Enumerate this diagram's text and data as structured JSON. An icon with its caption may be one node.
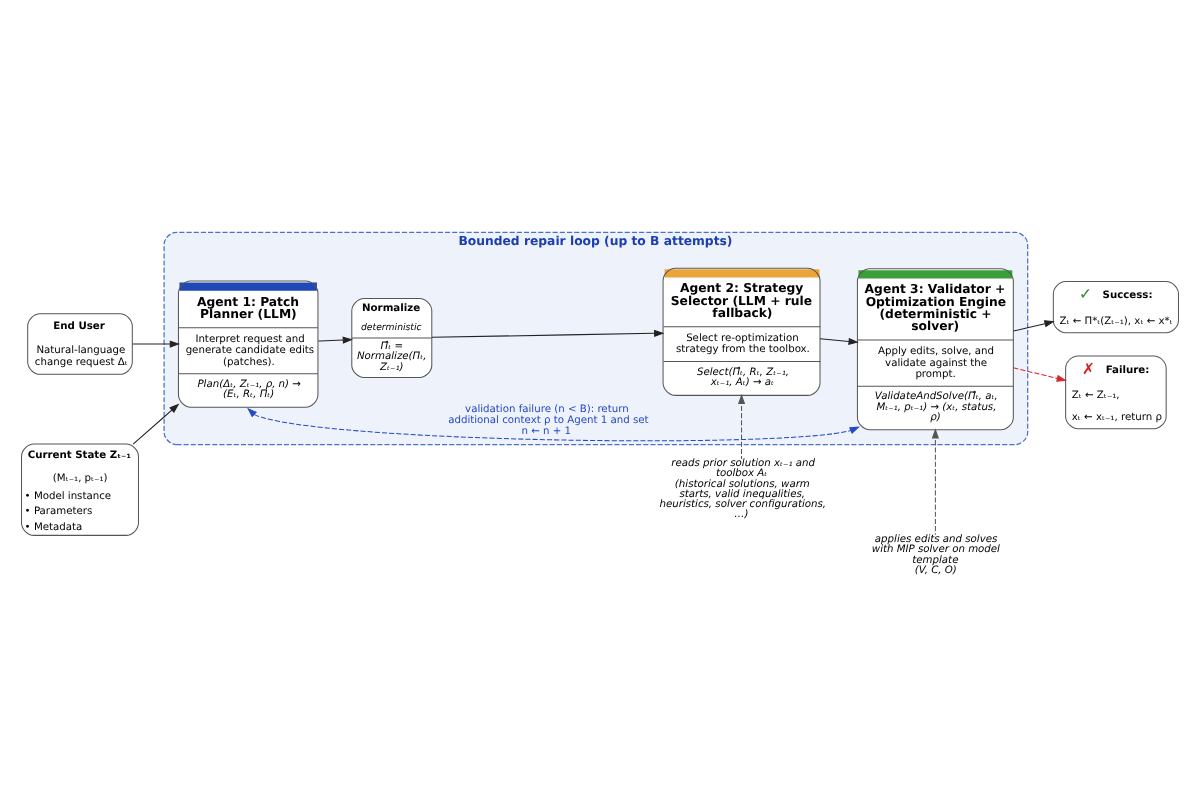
{
  "diagram": {
    "nodes": [
      {
        "text": [
          "Bounded repair loop (up to B attempts)"
        ]
      },
      {
        "text": [
          "End User",
          "Natural-language change request Δₜ"
        ]
      },
      {
        "text": [
          "Current State Zₜ₋₁",
          "(Mₜ₋₁, pₜ₋₁)",
          "• Model instance",
          "• Parameters",
          "• Metadata"
        ]
      },
      {
        "text": [
          "Agent 1: Patch Planner (LLM)",
          "Interpret request and generate candidate edits (patches).",
          "Plan(Δₜ, Zₜ₋₁, ρ, n) → (Eₜ, Rₜ, Πₜ)"
        ],
        "in": 0
      },
      {
        "text": [
          "Normalize",
          "deterministic",
          "Π̂ₜ = Normalize(Πₜ, Zₜ₋₁)"
        ],
        "in": 0
      },
      {
        "text": [
          "Agent 2: Strategy Selector (LLM + rule fallback)",
          "Select re-optimization strategy from the toolbox.",
          "Select(Π̂ₜ, Rₜ, Zₜ₋₁, xₜ₋₁, Aₜ) → aₜ"
        ],
        "in": 0
      },
      {
        "text": [
          "Agent 3: Validator + Optimization Engine (deterministic + solver)",
          "Apply edits, solve, and validate against the prompt.",
          "ValidateAndSolve(Π̂ₜ, aₜ, Mₜ₋₁, pₜ₋₁) → (xₜ, status, ρ)"
        ],
        "in": 0
      },
      {
        "text": [
          "✓",
          "Success:",
          "Zₜ ← Π*ₜ(Zₜ₋₁), xₜ ← x*ₜ"
        ]
      },
      {
        "text": [
          "✗",
          "Failure:",
          "Zₜ ← Zₜ₋₁,",
          "xₜ ← xₜ₋₁, return ρ"
        ]
      },
      {
        "text": [
          "reads prior solution xₜ₋₁ and toolbox Aₜ",
          "(historical solutions, warm starts, valid inequalities, heuristics, solver configurations, …)"
        ]
      },
      {
        "text": [
          "applies edits and solves with MIP solver on model template",
          "(V, C, O)"
        ]
      }
    ],
    "edges": [
      {
        "from": 1,
        "to": 3,
        "arrow": "to"
      },
      {
        "from": 2,
        "to": 3,
        "arrow": "to"
      },
      {
        "from": 3,
        "to": 4,
        "arrow": "to"
      },
      {
        "from": 4,
        "to": 5,
        "arrow": "to"
      },
      {
        "from": 5,
        "to": 6,
        "arrow": "to"
      },
      {
        "from": 6,
        "to": 7,
        "arrow": "to"
      },
      {
        "from": 6,
        "to": 8,
        "arrow": "to",
        "style": "dashed",
        "color": "#d62728"
      },
      {
        "from": 3,
        "to": 6,
        "arrow": "both",
        "style": "dashed",
        "color": "#2548c4",
        "label": "validation failure (n < B): return additional context ρ to Agent 1 and set n ← n + 1"
      },
      {
        "from": 9,
        "to": 5,
        "arrow": "to",
        "style": "dashed",
        "color": "#555555"
      },
      {
        "from": 10,
        "to": 6,
        "arrow": "to",
        "style": "dashed",
        "color": "#555555"
      }
    ]
  }
}
